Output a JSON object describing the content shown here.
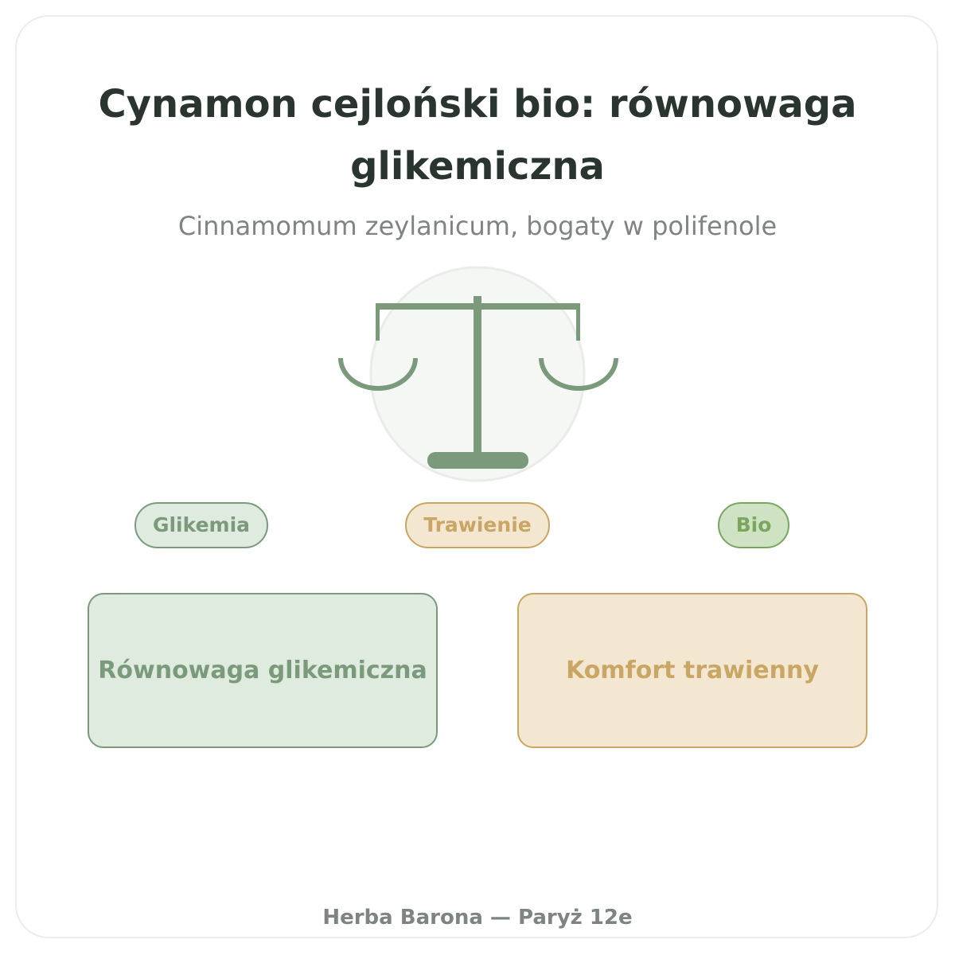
{
  "header": {
    "title": "Cynamon cejloński bio: równowaga glikemiczna",
    "subtitle": "Cinnamomum zeylanicum, bogaty w polifenole"
  },
  "illustration": {
    "icon": "balance-scale-icon",
    "color": "#7b9a7c",
    "background": "#f5f7f4"
  },
  "tags": [
    {
      "label": "Glikemia",
      "color": "#7b9a7c",
      "background": "#e0ebe0"
    },
    {
      "label": "Trawienie",
      "color": "#c9a664",
      "background": "#f3e7d2"
    },
    {
      "label": "Bio",
      "color": "#7aa65e",
      "background": "#cfe3c4"
    }
  ],
  "benefits": [
    {
      "label": "Równowaga glikemiczna",
      "color": "#7b9a7c",
      "background": "#e0ebe0"
    },
    {
      "label": "Komfort trawienny",
      "color": "#c9a664",
      "background": "#f3e7d2"
    }
  ],
  "footer": {
    "text": "Herba Barona — Paryż 12e"
  }
}
